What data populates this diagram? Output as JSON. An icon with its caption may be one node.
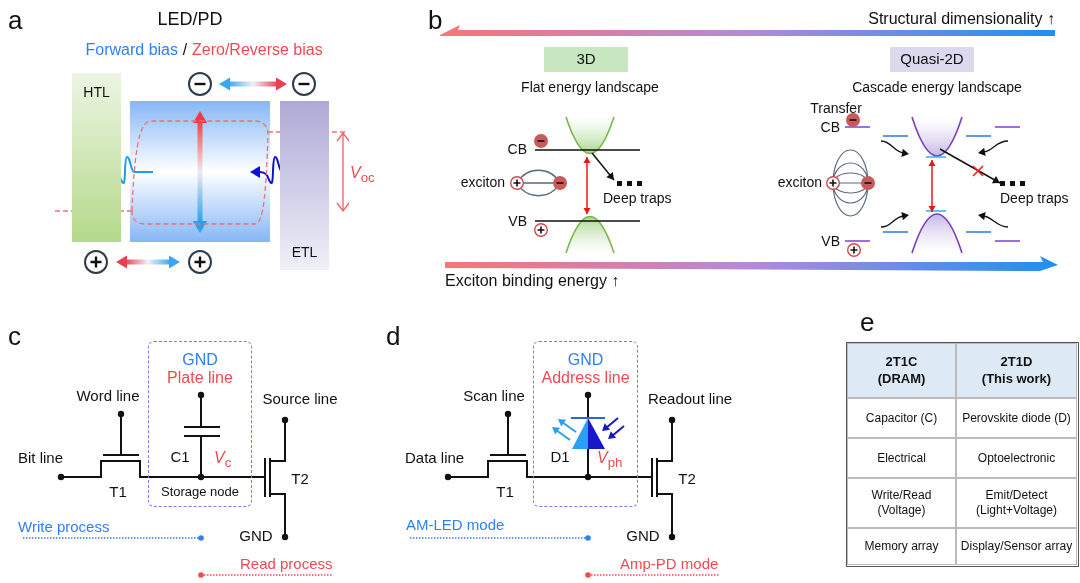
{
  "diagram": {
    "nodes": [
      {
        "text": [
          "HTL"
        ]
      },
      {
        "text": [
          "ETL"
        ]
      },
      {
        "text": [
          "3D"
        ]
      },
      {
        "text": [
          "Quasi-2D"
        ]
      },
      {
        "text": [
          "GND",
          "Plate line",
          "Storage node"
        ]
      },
      {
        "text": [
          "GND",
          "Address line"
        ]
      }
    ],
    "labels": [
      "a",
      "LED/PD",
      "Forward bias",
      "/",
      "Zero/Reverse bias",
      "*V*$_{oc}$",
      "b",
      "Structural dimensionality ↑",
      "Flat energy landscape",
      "Cascade energy landscape",
      "CB",
      "exciton",
      "Deep traps",
      "VB",
      "Transfer",
      "CB",
      "exciton",
      "Deep traps",
      "VB",
      "Exciton binding energy ↑",
      "c",
      "Word line",
      "Source line",
      "Bit line",
      "C1",
      "*V*$_{c}$",
      "T1",
      "T2",
      "Write process",
      "GND",
      "Read process",
      "d",
      "Scan line",
      "Readout line",
      "Data line",
      "D1",
      "*V*$_{ph}$",
      "T1",
      "T2",
      "AM-LED mode",
      "GND",
      "Amp-PD mode",
      "e",
      "2T1C (DRAM)",
      "2T1D (This work)",
      "Capacitor (C)",
      "Perovskite diode (D)",
      "Electrical",
      "Optoelectronic",
      "Write/Read (Voltage)",
      "Emit/Detect (Light+Voltage)",
      "Memory array",
      "Display/Sensor array"
    ]
  }
}
